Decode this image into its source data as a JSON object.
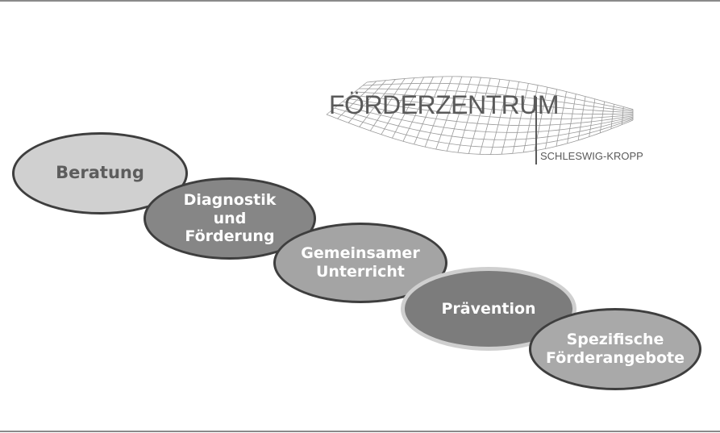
{
  "logo": {
    "title": "FÖRDERZENTRUM",
    "subtitle": "SCHLESWIG-KROPP"
  },
  "steps": [
    {
      "label": "Beratung"
    },
    {
      "label": "Diagnostik\nund\nFörderung"
    },
    {
      "label": "Gemeinsamer\nUnterricht"
    },
    {
      "label": "Prävention"
    },
    {
      "label": "Spezifische\nFörderangebote"
    }
  ],
  "colors": {
    "outline": "#3e3e3e",
    "highlight_outline": "#cfcfcf",
    "fills": [
      "#d0d0d0",
      "#868686",
      "#a4a4a4",
      "#7c7c7c",
      "#a9a9a9"
    ]
  }
}
